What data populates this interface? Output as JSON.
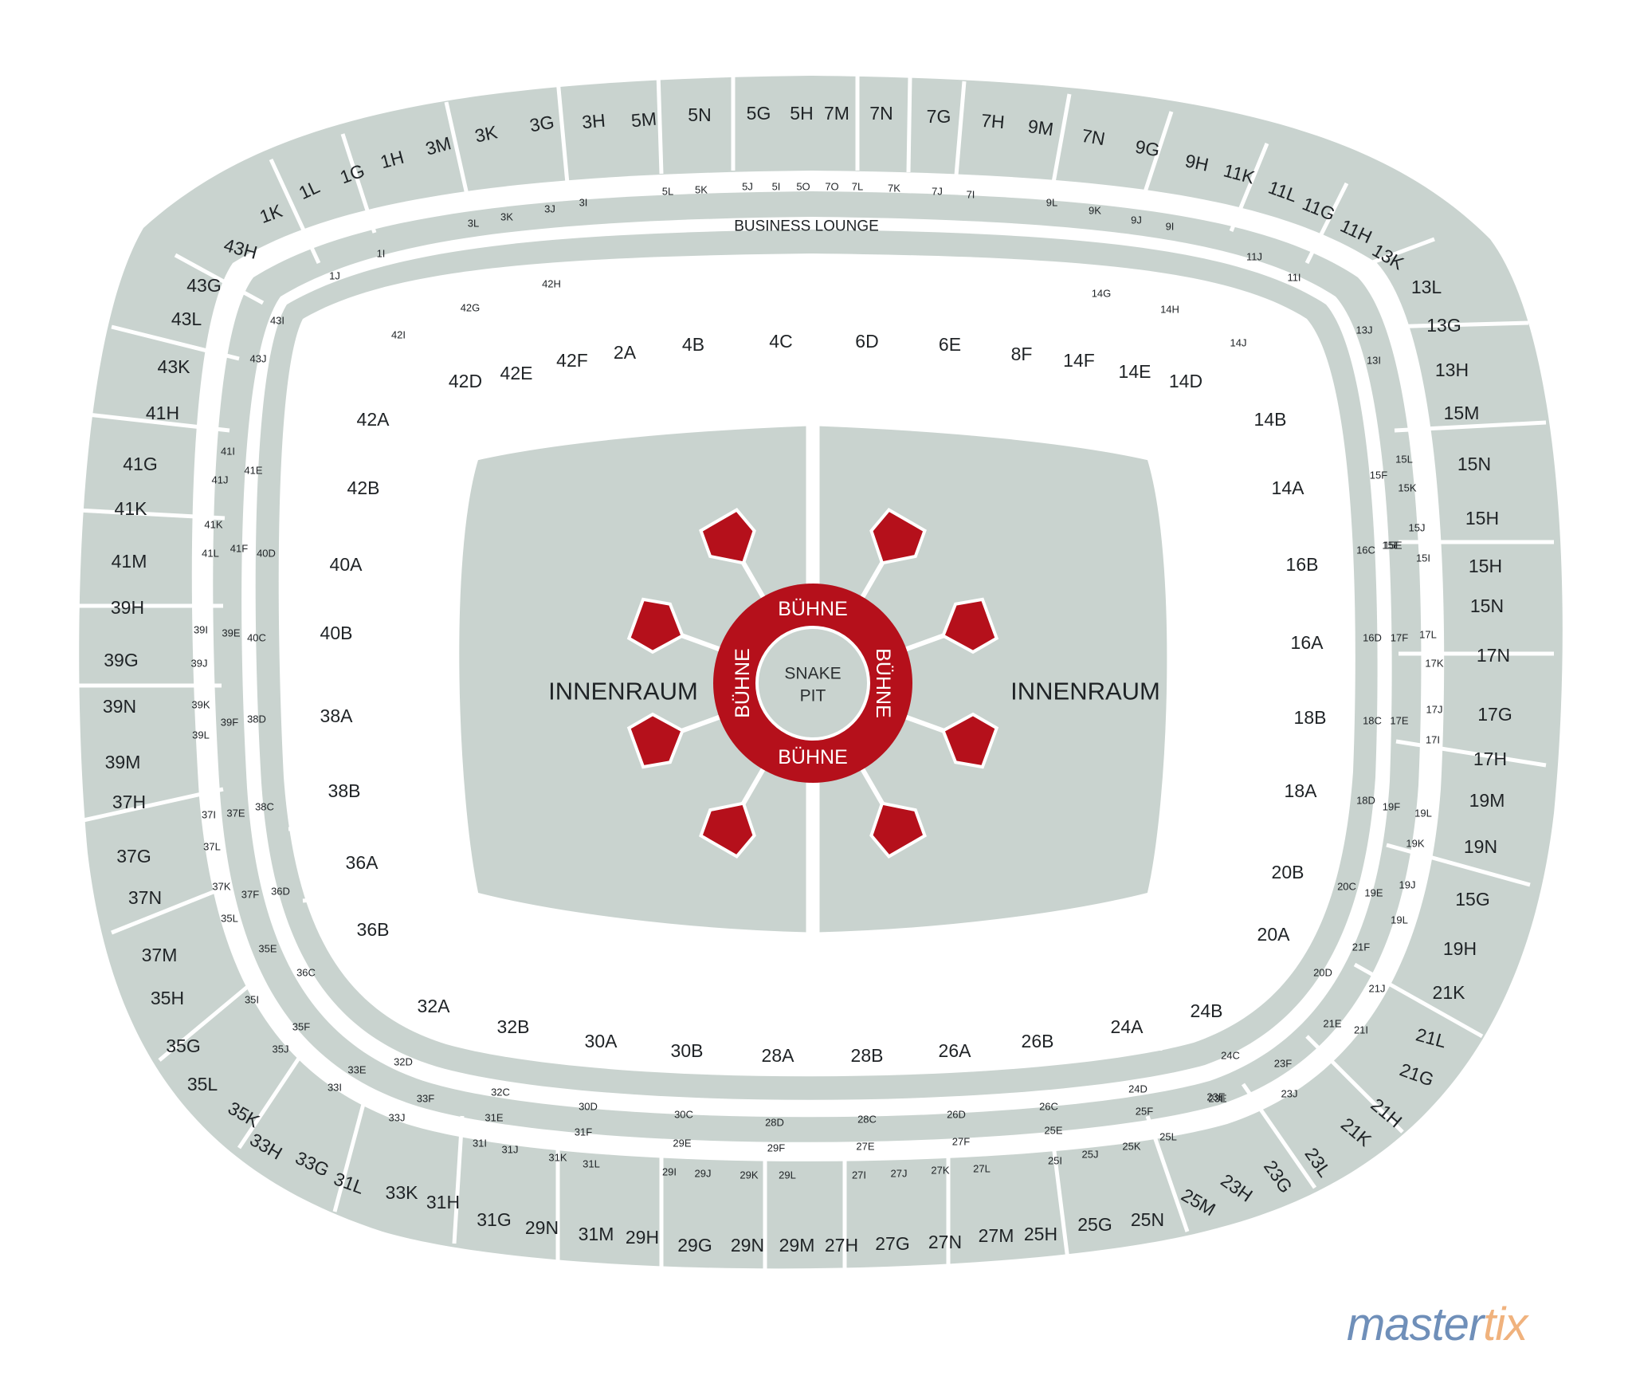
{
  "innenraum_left": "INNENRAUM",
  "innenraum_right": "INNENRAUM",
  "business_lounge": "BUSINESS LOUNGE",
  "stage": {
    "top": "BÜHNE",
    "bottom": "BÜHNE",
    "left": "BÜHNE",
    "right": "BÜHNE",
    "pit_line1": "SNAKE",
    "pit_line2": "PIT",
    "color": "#b5101b"
  },
  "logo": {
    "part1": "master",
    "part2": "tix",
    "color1": "#6f8fb9",
    "color2": "#f0b27d"
  },
  "colors": {
    "section": "#c9d3cf",
    "background": "#ffffff"
  },
  "outer_ring": [
    "1L",
    "1G",
    "1H",
    "3M",
    "3K",
    "3G",
    "3H",
    "5M",
    "5N",
    "5G",
    "5H",
    "7M",
    "7N",
    "7G",
    "7H",
    "9M",
    "7N",
    "9G",
    "9H",
    "11K",
    "11L",
    "11G",
    "11H",
    "13K",
    "13L",
    "13G",
    "13H",
    "15M",
    "15N",
    "15H",
    "15H",
    "15N",
    "17N",
    "17G",
    "17H",
    "19M",
    "19N",
    "15G",
    "19H",
    "21K",
    "21L",
    "21G",
    "21H",
    "21K",
    "23L",
    "23G",
    "23H",
    "25M",
    "25N",
    "25G",
    "25H",
    "27M",
    "27N",
    "27G",
    "27H",
    "29M",
    "29N",
    "29G",
    "29H",
    "31M",
    "29N",
    "31G",
    "31H",
    "33K",
    "31L",
    "33G",
    "33H",
    "35K",
    "35L",
    "35G",
    "35H",
    "37M",
    "37N",
    "37G",
    "37H",
    "39M",
    "39N",
    "39G",
    "39H",
    "41M",
    "41K",
    "41G",
    "41H",
    "43K",
    "43L",
    "43G",
    "43H",
    "1K"
  ],
  "small_ring": [
    "1J",
    "1I",
    "3L",
    "3K",
    "3J",
    "3I",
    "5L",
    "5K",
    "5J",
    "5I",
    "5O",
    "7O",
    "7L",
    "7K",
    "7J",
    "7I",
    "9L",
    "9K",
    "9J",
    "9I",
    "11J",
    "11I",
    "13J",
    "13I",
    "15L",
    "15F",
    "15K",
    "15E",
    "15J",
    "15I",
    "17L",
    "17K",
    "17J",
    "17I",
    "19L",
    "19K",
    "19J",
    "19L",
    "21I",
    "21J",
    "23J",
    "23F",
    "23E",
    "25L",
    "25K",
    "25J",
    "25I",
    "27L",
    "27K",
    "27J",
    "27I",
    "29L",
    "29K",
    "29J",
    "29I",
    "31L",
    "31K",
    "31J",
    "31I",
    "33J",
    "33I",
    "33E",
    "35J",
    "35I",
    "35L",
    "37K",
    "37L",
    "37I",
    "39L",
    "39K",
    "39J",
    "39I",
    "41L",
    "41K",
    "41J",
    "41I",
    "43J",
    "43I"
  ],
  "inner_ring": [
    "42I",
    "42G",
    "42H",
    "42D",
    "42E",
    "42F",
    "2A",
    "4B",
    "4C",
    "6D",
    "6E",
    "8F",
    "14F",
    "14E",
    "14D",
    "14G",
    "14H",
    "14J",
    "42A",
    "42B",
    "40A",
    "40B",
    "38A",
    "38B",
    "36A",
    "36B",
    "14B",
    "14A",
    "16B",
    "16A",
    "18B",
    "18A",
    "20B",
    "20A",
    "32A",
    "32B",
    "30A",
    "30B",
    "28A",
    "28B",
    "26A",
    "26B",
    "24A",
    "24B"
  ],
  "mid_sections": [
    "41E",
    "41F",
    "40D",
    "39E",
    "40C",
    "39F",
    "38D",
    "37E",
    "38C",
    "37F",
    "36D",
    "35E",
    "36C",
    "35F",
    "16C",
    "15E",
    "16D",
    "17F",
    "18C",
    "17E",
    "18D",
    "19F",
    "20C",
    "19E",
    "20D",
    "21F",
    "21E",
    "32D",
    "33F",
    "32C",
    "31E",
    "30D",
    "31F",
    "30C",
    "29E",
    "28D",
    "29F",
    "28C",
    "27E",
    "26D",
    "27F",
    "26C",
    "25E",
    "25F",
    "24D",
    "24C",
    "23E"
  ]
}
